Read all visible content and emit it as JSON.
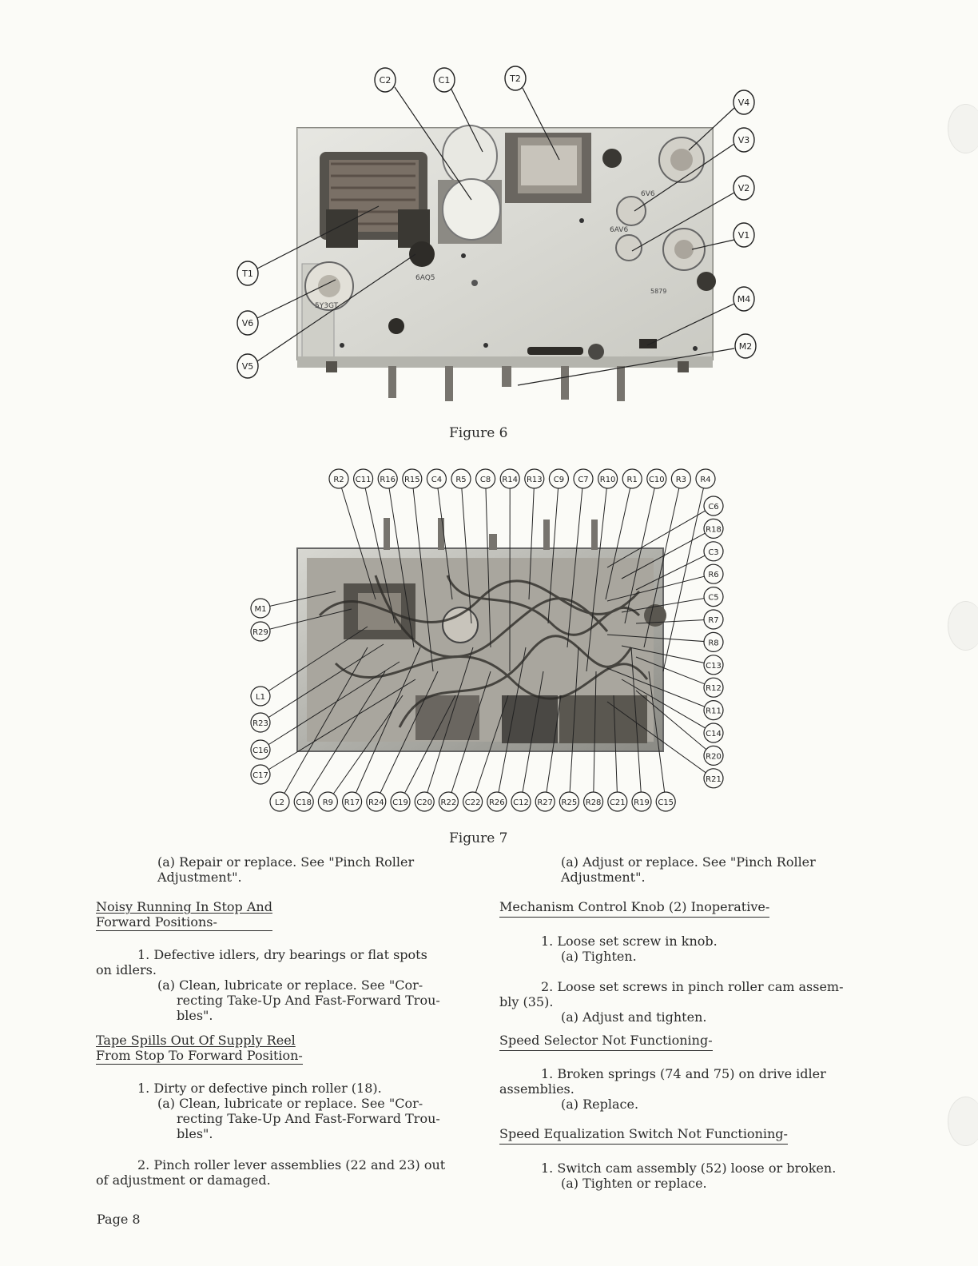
{
  "figure6": {
    "caption": "Figure 6",
    "callouts": [
      "C2",
      "C1",
      "T2",
      "V4",
      "V3",
      "V2",
      "V1",
      "M4",
      "M2",
      "T1",
      "V6",
      "V5"
    ],
    "tube_labels": [
      "6V6",
      "6AV6",
      "5879",
      "6AQ5",
      "5Y3GT"
    ]
  },
  "figure7": {
    "caption": "Figure 7",
    "top_callouts": [
      "R2",
      "C11",
      "R16",
      "R15",
      "C4",
      "R5",
      "C8",
      "R14",
      "R13",
      "C9",
      "C7",
      "R10",
      "R1",
      "C10",
      "R3",
      "R4"
    ],
    "right_callouts": [
      "C6",
      "R18",
      "C3",
      "R6",
      "C5",
      "R7",
      "R8",
      "C13",
      "R12",
      "R11",
      "C14",
      "R20",
      "R21"
    ],
    "left_callouts": [
      "M1",
      "R29",
      "L1",
      "R23",
      "C16",
      "C17"
    ],
    "bottom_callouts": [
      "L2",
      "C18",
      "R9",
      "R17",
      "R24",
      "C19",
      "C20",
      "R22",
      "C22",
      "R26",
      "C12",
      "R27",
      "R25",
      "R28",
      "C21",
      "R19",
      "C15"
    ]
  },
  "left_column": {
    "item_a_line1": "(a) Repair or replace. See \"Pinch Roller",
    "item_a_line2": "Adjustment\".",
    "heading1_line1": "Noisy Running In Stop And",
    "heading1_line2": "Forward Positions-",
    "h1_item1_line1": "1. Defective idlers, dry bearings or flat spots",
    "h1_item1_line2": "on idlers.",
    "h1_item1_a_line1": "(a) Clean, lubricate or replace. See \"Cor-",
    "h1_item1_a_line2": "recting Take-Up And Fast-Forward Trou-",
    "h1_item1_a_line3": "bles\".",
    "heading2_line1": "Tape Spills Out Of Supply Reel",
    "heading2_line2": "From Stop To Forward Position-",
    "h2_item1": "1. Dirty or defective pinch roller (18).",
    "h2_item1_a_line1": "(a) Clean, lubricate or replace. See \"Cor-",
    "h2_item1_a_line2": "recting Take-Up And Fast-Forward Trou-",
    "h2_item1_a_line3": "bles\".",
    "h2_item2_line1": "2. Pinch roller lever assemblies (22 and 23) out",
    "h2_item2_line2": "of adjustment or damaged."
  },
  "right_column": {
    "item_a_line1": "(a) Adjust or replace. See \"Pinch Roller",
    "item_a_line2": "Adjustment\".",
    "heading1": "Mechanism Control Knob (2) Inoperative-",
    "h1_item1": "1. Loose set screw in knob.",
    "h1_item1_a": "(a) Tighten.",
    "h1_item2_line1": "2. Loose set screws in pinch roller cam assem-",
    "h1_item2_line2": "bly (35).",
    "h1_item2_a": "(a) Adjust and tighten.",
    "heading2": "Speed Selector Not Functioning-",
    "h2_item1_line1": "1. Broken springs (74 and 75) on drive idler",
    "h2_item1_line2": "assemblies.",
    "h2_item1_a": "(a) Replace.",
    "heading3": "Speed Equalization Switch Not Functioning-",
    "h3_item1": "1. Switch cam assembly (52) loose or broken.",
    "h3_item1_a": "(a) Tighten or replace."
  },
  "footer": {
    "page": "Page 8"
  }
}
